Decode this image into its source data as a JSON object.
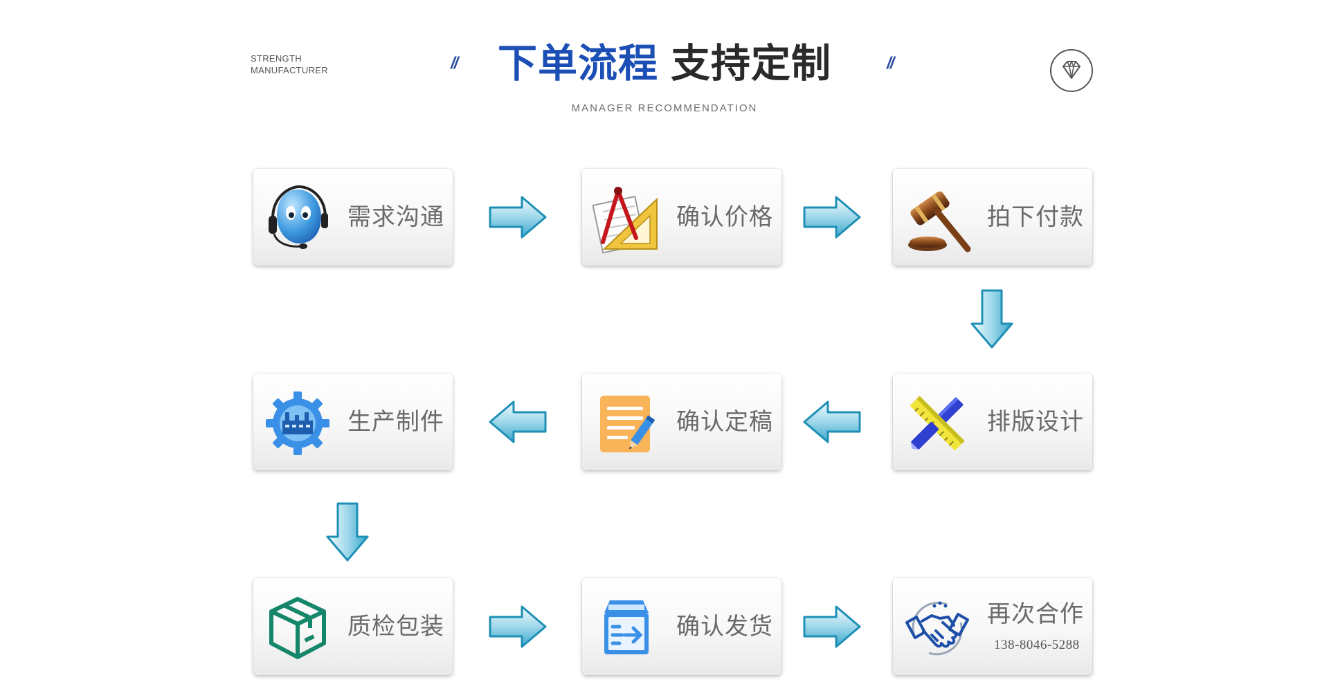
{
  "header": {
    "left_line1": "STRENGTH",
    "left_line2": "MANUFACTURER",
    "slash_left": "//",
    "slash_right": "//",
    "title_part1": "下单流程",
    "title_part2": "支持定制",
    "subtitle": "MANAGER RECOMMENDATION",
    "diamond_icon": "diamond-icon"
  },
  "steps": [
    {
      "label": "需求沟通",
      "icon": "customer-service-icon"
    },
    {
      "label": "确认价格",
      "icon": "ruler-compass-icon"
    },
    {
      "label": "拍下付款",
      "icon": "gavel-icon"
    },
    {
      "label": "排版设计",
      "icon": "design-cross-icon"
    },
    {
      "label": "确认定稿",
      "icon": "document-pencil-icon"
    },
    {
      "label": "生产制件",
      "icon": "factory-gear-icon"
    },
    {
      "label": "质检包装",
      "icon": "package-box-icon"
    },
    {
      "label": "确认发货",
      "icon": "shipping-box-icon"
    },
    {
      "label": "再次合作",
      "icon": "handshake-icon",
      "phone": "138-8046-5288"
    }
  ],
  "colors": {
    "title_blue": "#1c4fb5",
    "title_dark": "#2a2a2a",
    "arrow_fill_light": "#e6f6fb",
    "arrow_fill_dark": "#4fb3d4",
    "arrow_stroke": "#1e8fb5"
  }
}
